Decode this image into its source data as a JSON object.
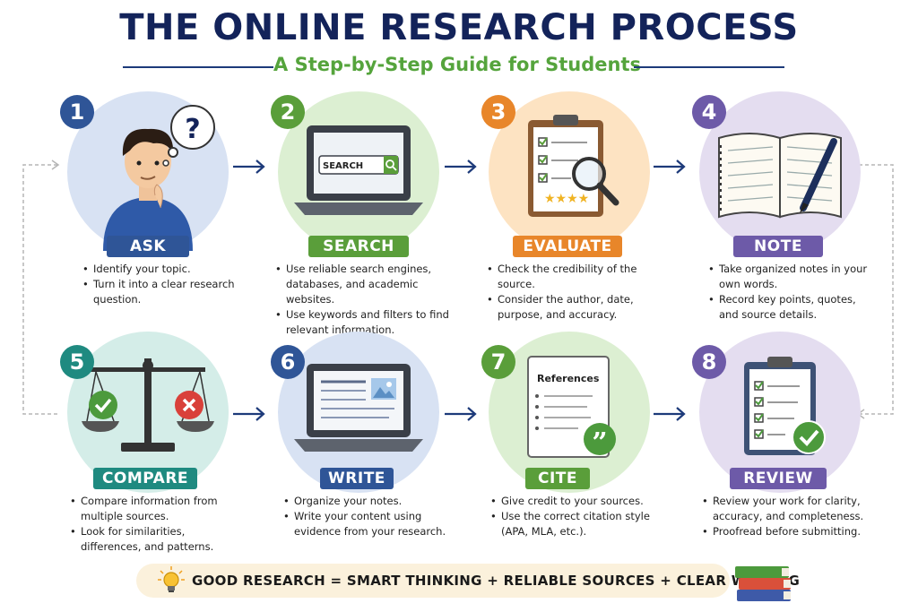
{
  "header": {
    "title": "THE ONLINE RESEARCH PROCESS",
    "subtitle": "A Step-by-Step Guide for Students"
  },
  "steps": [
    {
      "number": "1",
      "label": "ASK",
      "color": "#2f5597",
      "bullets": [
        "Identify your topic.",
        "Turn it into a clear research question."
      ]
    },
    {
      "number": "2",
      "label": "SEARCH",
      "color": "#5a9e3a",
      "search_text": "SEARCH",
      "bullets": [
        "Use reliable search engines, databases, and academic websites.",
        "Use keywords and filters to find relevant information."
      ]
    },
    {
      "number": "3",
      "label": "EVALUATE",
      "color": "#e8862a",
      "bullets": [
        "Check the credibility of the source.",
        "Consider the author, date, purpose, and accuracy."
      ]
    },
    {
      "number": "4",
      "label": "NOTE",
      "color": "#6d5aa8",
      "bullets": [
        "Take organized notes in your own words.",
        "Record key points, quotes, and source details."
      ]
    },
    {
      "number": "5",
      "label": "COMPARE",
      "color": "#1f8a80",
      "bullets": [
        "Compare information from multiple sources.",
        "Look for similarities, differences, and patterns."
      ]
    },
    {
      "number": "6",
      "label": "WRITE",
      "color": "#2f5597",
      "bullets": [
        "Organize your notes.",
        "Write your content using evidence from your research."
      ]
    },
    {
      "number": "7",
      "label": "CITE",
      "color": "#5a9e3a",
      "doc_title": "References",
      "bullets": [
        "Give credit to your sources.",
        "Use the correct citation style (APA, MLA, etc.)."
      ]
    },
    {
      "number": "8",
      "label": "REVIEW",
      "color": "#6d5aa8",
      "bullets": [
        "Review your work for clarity, accuracy, and completeness.",
        "Proofread before submitting."
      ]
    }
  ],
  "footer": {
    "text": "GOOD RESEARCH = SMART THINKING + RELIABLE SOURCES + CLEAR WRITING"
  },
  "colors": {
    "navy": "#13235a",
    "green": "#55a43c",
    "arrow": "#1d3a7a"
  }
}
